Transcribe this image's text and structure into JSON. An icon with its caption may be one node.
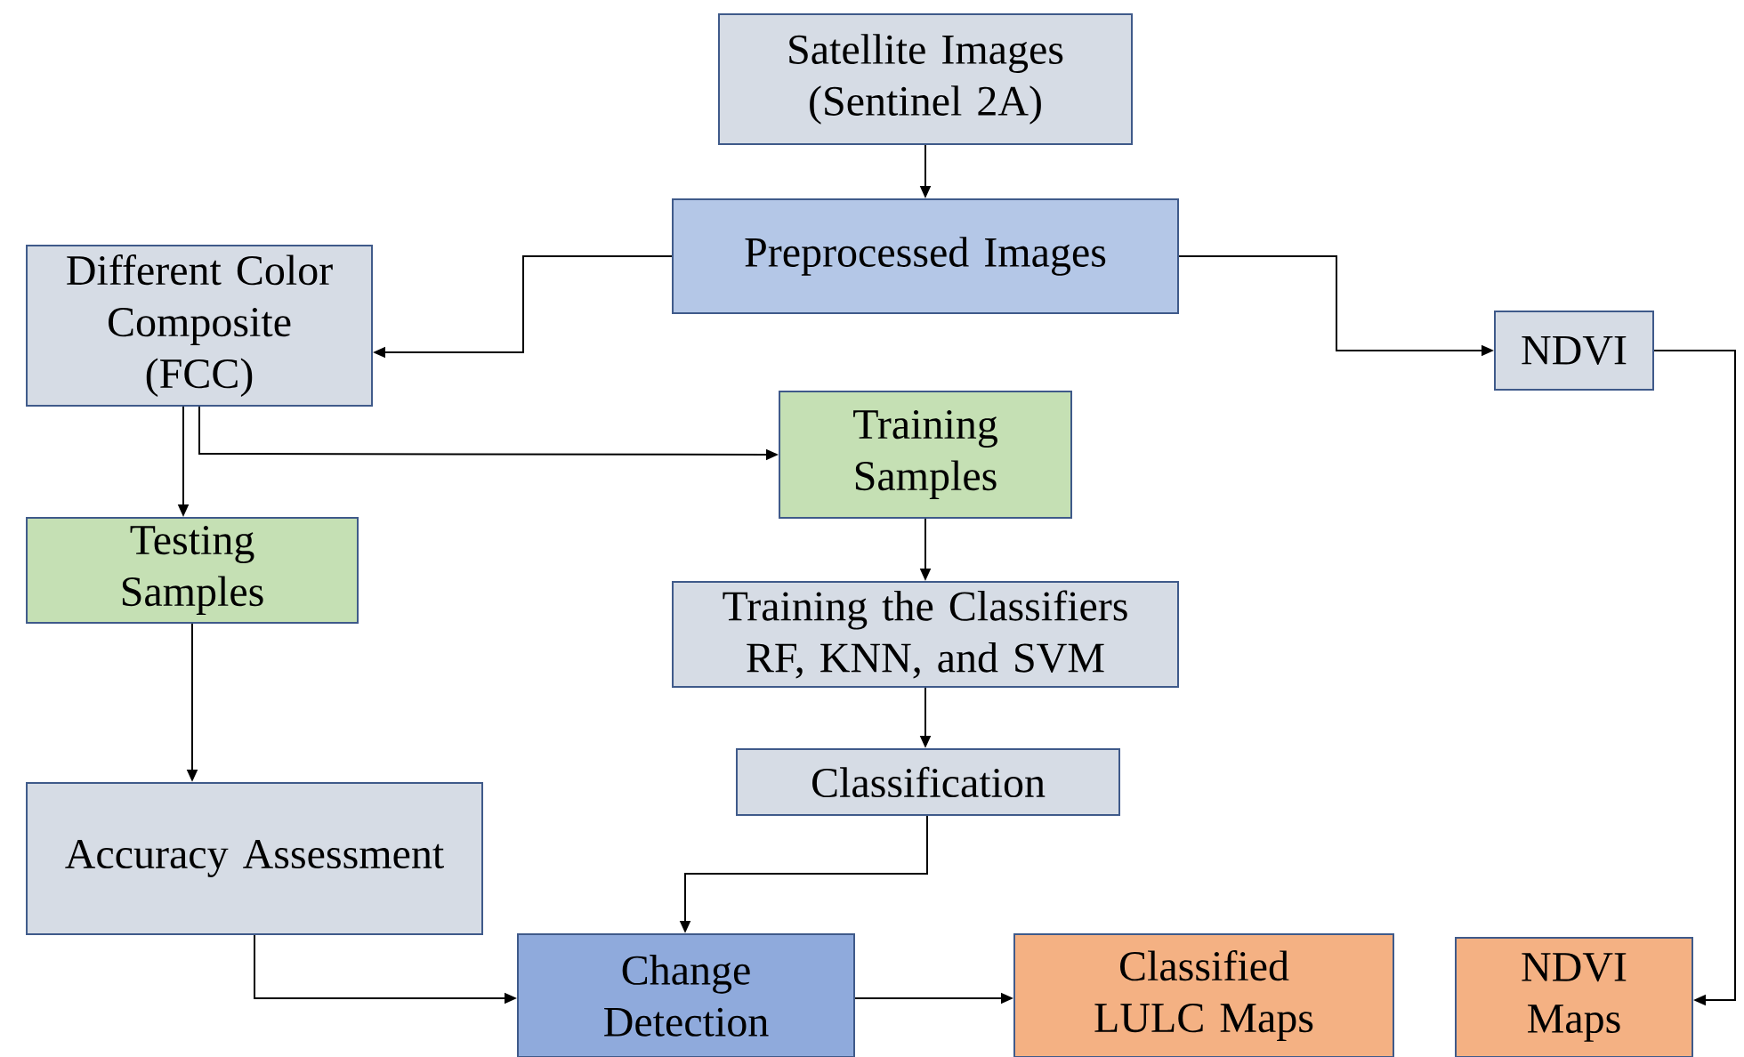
{
  "diagram": {
    "nodes": [
      {
        "text": [
          "Satellite Images (Sentinel 2A)"
        ]
      },
      {
        "text": [
          "Preprocessed Images"
        ]
      },
      {
        "text": [
          "Different Color Composite (FCC)"
        ]
      },
      {
        "text": [
          "NDVI"
        ]
      },
      {
        "text": [
          "Training Samples"
        ]
      },
      {
        "text": [
          "Testing Samples"
        ]
      },
      {
        "text": [
          "Training the Classifiers RF, KNN, and SVM"
        ]
      },
      {
        "text": [
          "Classification"
        ]
      },
      {
        "text": [
          "Accuracy Assessment"
        ]
      },
      {
        "text": [
          "Change Detection"
        ]
      },
      {
        "text": [
          "Classified LULC Maps"
        ]
      },
      {
        "text": [
          "NDVI Maps"
        ]
      }
    ],
    "edges": [
      {
        "from": 0,
        "to": 1,
        "arrow": "to"
      },
      {
        "from": 1,
        "to": 2,
        "arrow": "to"
      },
      {
        "from": 1,
        "to": 3,
        "arrow": "to"
      },
      {
        "from": 2,
        "to": 5,
        "arrow": "to"
      },
      {
        "from": 2,
        "to": 4,
        "arrow": "to"
      },
      {
        "from": 4,
        "to": 6,
        "arrow": "to"
      },
      {
        "from": 6,
        "to": 7,
        "arrow": "to"
      },
      {
        "from": 5,
        "to": 8,
        "arrow": "to"
      },
      {
        "from": 7,
        "to": 9,
        "arrow": "to"
      },
      {
        "from": 8,
        "to": 9,
        "arrow": "to"
      },
      {
        "from": 9,
        "to": 10,
        "arrow": "to"
      },
      {
        "from": 3,
        "to": 11,
        "arrow": "to"
      }
    ]
  }
}
